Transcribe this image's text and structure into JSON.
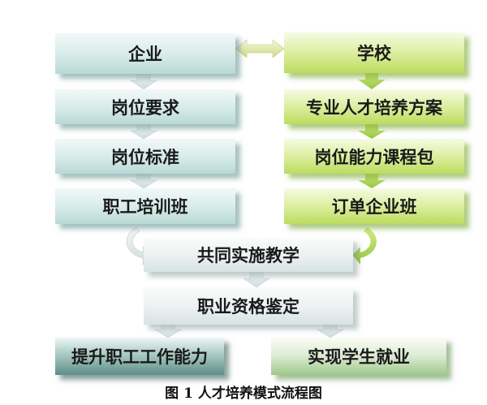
{
  "left_column": {
    "b1": "企业",
    "b2": "岗位要求",
    "b3": "岗位标准",
    "b4": "职工培训班"
  },
  "right_column": {
    "b1": "学校",
    "b2": "专业人才培养方案",
    "b3": "岗位能力课程包",
    "b4": "订单企业班"
  },
  "center": {
    "joint_teaching": "共同实施教学",
    "qualification": "职业资格鉴定"
  },
  "outcomes": {
    "left": "提升职工工作能力",
    "right": "实现学生就业"
  },
  "caption": "图 1 人才培养模式流程图",
  "colors": {
    "left_fill": "#d6ebe8",
    "right_fill": "#dceea0",
    "center_fill": "#e9eff0",
    "arrow_left": "#dfe7e6",
    "arrow_right": "#b6d96a",
    "arrow_bidirectional": "#e6e6a0"
  }
}
